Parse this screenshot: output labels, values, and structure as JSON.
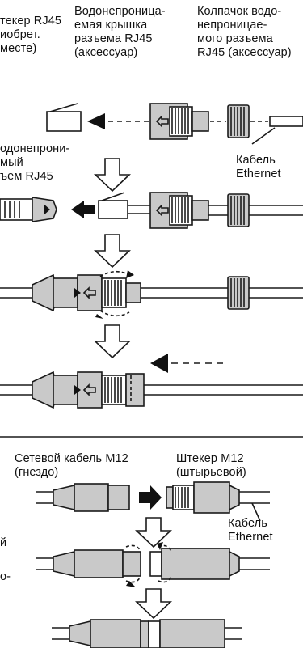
{
  "labels": {
    "plug_top": "текер RJ45\nиобрет.\nместе)",
    "cover": "Водонепроница-\nемая крышка\nразъема RJ45\n(аксессуар)",
    "cap": "Колпачок водо-\nнепроницае-\nмого разъема\nRJ45 (аксессуар)",
    "cable": "Кабель\nEthernet",
    "socket_left": "одонепрони-\nмый\nъем RJ45",
    "m12_socket": "Сетевой кабель M12\n(гнездо)",
    "m12_plug": "Штекер M12\n(штырьевой)",
    "cable2": "Кабель\nEthernet",
    "left_frag1": "й",
    "left_frag2": "о-"
  }
}
